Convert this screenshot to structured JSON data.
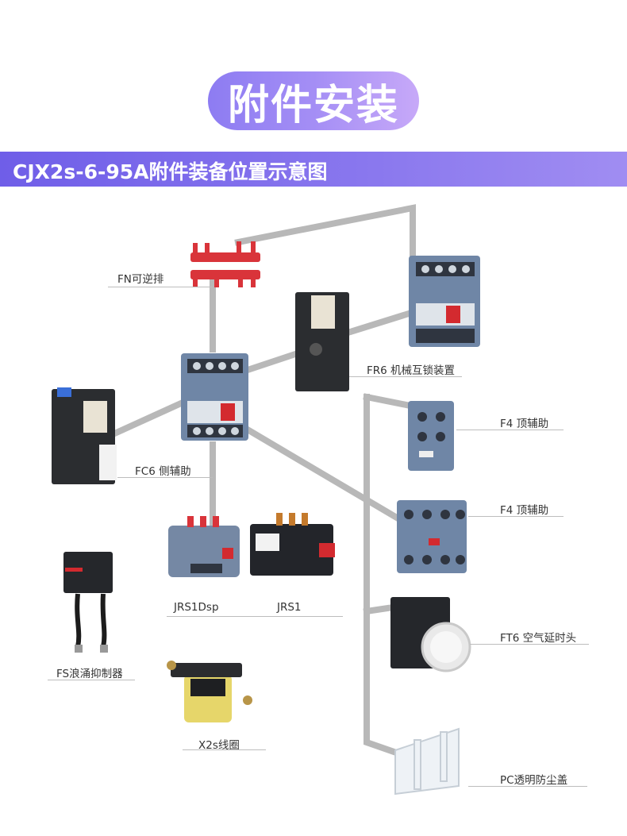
{
  "header": {
    "title": "附件安装"
  },
  "banner": {
    "text": "CJX2s-6-95A附件装备位置示意图"
  },
  "labels": {
    "fn": "FN可逆排",
    "fr6": "FR6 机械互锁装置",
    "fc6": "FC6 侧辅助",
    "f4_top1": "F4 顶辅助",
    "f4_top2": "F4 顶辅助",
    "jrs1dsp": "JRS1Dsp",
    "jrs1": "JRS1",
    "ft6": "FT6 空气延时头",
    "fs": "FS浪涌抑制器",
    "x2s": "X2s线圈",
    "pc": "PC透明防尘盖"
  },
  "colors": {
    "accent": "#7a68ea",
    "pill_start": "#8d7cf2",
    "pill_end": "#c7a9f8",
    "wire": "#b4b4b4",
    "contactor_body": "#6f86a6"
  }
}
